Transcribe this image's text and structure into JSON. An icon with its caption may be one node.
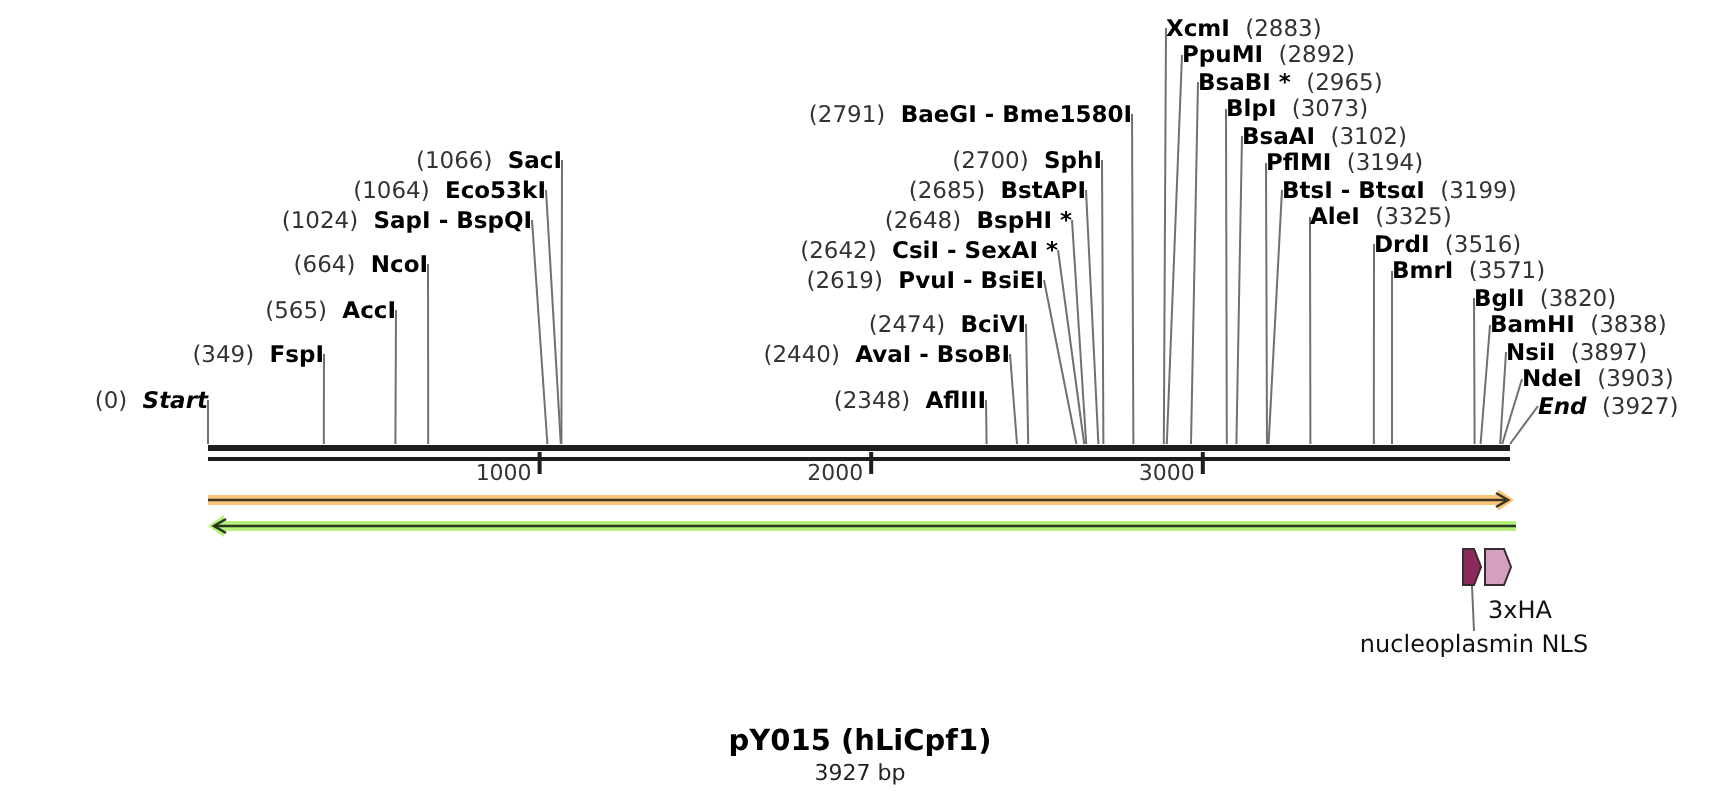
{
  "diagram": {
    "title": "pY015 (hLiCpf1)",
    "caption": "3927 bp",
    "nodes": [
      {
        "text": [
          "(0)",
          "Start"
        ]
      },
      {
        "text": [
          "(349)",
          "FspI"
        ]
      },
      {
        "text": [
          "(565)",
          "AccI"
        ]
      },
      {
        "text": [
          "(664)",
          "NcoI"
        ]
      },
      {
        "text": [
          "(1024)",
          "SapI - BspQI"
        ]
      },
      {
        "text": [
          "(1064)",
          "Eco53kI"
        ]
      },
      {
        "text": [
          "(1066)",
          "SacI"
        ]
      },
      {
        "text": [
          "(2348)",
          "AflIII"
        ]
      },
      {
        "text": [
          "(2440)",
          "AvaI - BsoBI"
        ]
      },
      {
        "text": [
          "(2474)",
          "BciVI"
        ]
      },
      {
        "text": [
          "(2619)",
          "PvuI - BsiEI"
        ]
      },
      {
        "text": [
          "(2642)",
          "CsiI - SexAI *"
        ]
      },
      {
        "text": [
          "(2648)",
          "BspHI *"
        ]
      },
      {
        "text": [
          "(2685)",
          "BstAPI"
        ]
      },
      {
        "text": [
          "(2700)",
          "SphI"
        ]
      },
      {
        "text": [
          "(2791)",
          "BaeGI - Bme1580I"
        ]
      },
      {
        "text": [
          "XcmI",
          "(2883)"
        ]
      },
      {
        "text": [
          "PpuMI",
          "(2892)"
        ]
      },
      {
        "text": [
          "BsaBI *",
          "(2965)"
        ]
      },
      {
        "text": [
          "BlpI",
          "(3073)"
        ]
      },
      {
        "text": [
          "BsaAI",
          "(3102)"
        ]
      },
      {
        "text": [
          "PflMI",
          "(3194)"
        ]
      },
      {
        "text": [
          "BtsI - BtsαI",
          "(3199)"
        ]
      },
      {
        "text": [
          "AleI",
          "(3325)"
        ]
      },
      {
        "text": [
          "DrdI",
          "(3516)"
        ]
      },
      {
        "text": [
          "BmrI",
          "(3571)"
        ]
      },
      {
        "text": [
          "BglI",
          "(3820)"
        ]
      },
      {
        "text": [
          "BamHI",
          "(3838)"
        ]
      },
      {
        "text": [
          "NsiI",
          "(3897)"
        ]
      },
      {
        "text": [
          "NdeI",
          "(3903)"
        ]
      },
      {
        "text": [
          "End",
          "(3927)"
        ]
      },
      {
        "text": [],
        "shape": "arrow"
      },
      {
        "text": [],
        "shape": "arrow",
        "beside": [
          "3xHA"
        ]
      },
      {
        "text": [
          "nucleoplasmin NLS"
        ]
      }
    ],
    "edges": [
      {
        "from": 0,
        "to": null,
        "arrow": "none"
      },
      {
        "from": 1,
        "to": null,
        "arrow": "none"
      },
      {
        "from": 2,
        "to": null,
        "arrow": "none"
      },
      {
        "from": 3,
        "to": null,
        "arrow": "none"
      },
      {
        "from": 4,
        "to": null,
        "arrow": "none"
      },
      {
        "from": 5,
        "to": null,
        "arrow": "none"
      },
      {
        "from": 6,
        "to": null,
        "arrow": "none"
      },
      {
        "from": 7,
        "to": null,
        "arrow": "none"
      },
      {
        "from": 8,
        "to": null,
        "arrow": "none"
      },
      {
        "from": 9,
        "to": null,
        "arrow": "none"
      },
      {
        "from": 10,
        "to": null,
        "arrow": "none"
      },
      {
        "from": 11,
        "to": null,
        "arrow": "none"
      },
      {
        "from": 12,
        "to": null,
        "arrow": "none"
      },
      {
        "from": 13,
        "to": null,
        "arrow": "none"
      },
      {
        "from": 14,
        "to": null,
        "arrow": "none"
      },
      {
        "from": 15,
        "to": null,
        "arrow": "none"
      },
      {
        "from": 16,
        "to": null,
        "arrow": "none"
      },
      {
        "from": 17,
        "to": null,
        "arrow": "none"
      },
      {
        "from": 18,
        "to": null,
        "arrow": "none"
      },
      {
        "from": 19,
        "to": null,
        "arrow": "none"
      },
      {
        "from": 20,
        "to": null,
        "arrow": "none"
      },
      {
        "from": 21,
        "to": null,
        "arrow": "none"
      },
      {
        "from": 22,
        "to": null,
        "arrow": "none"
      },
      {
        "from": 23,
        "to": null,
        "arrow": "none"
      },
      {
        "from": 24,
        "to": null,
        "arrow": "none"
      },
      {
        "from": 25,
        "to": null,
        "arrow": "none"
      },
      {
        "from": 26,
        "to": null,
        "arrow": "none"
      },
      {
        "from": 27,
        "to": null,
        "arrow": "none"
      },
      {
        "from": 28,
        "to": null,
        "arrow": "none"
      },
      {
        "from": 29,
        "to": null,
        "arrow": "none"
      },
      {
        "from": 30,
        "to": null,
        "arrow": "none"
      },
      {
        "from": 33,
        "to": 31,
        "arrow": "none"
      }
    ],
    "labels": [
      "1000",
      "2000",
      "3000"
    ]
  }
}
